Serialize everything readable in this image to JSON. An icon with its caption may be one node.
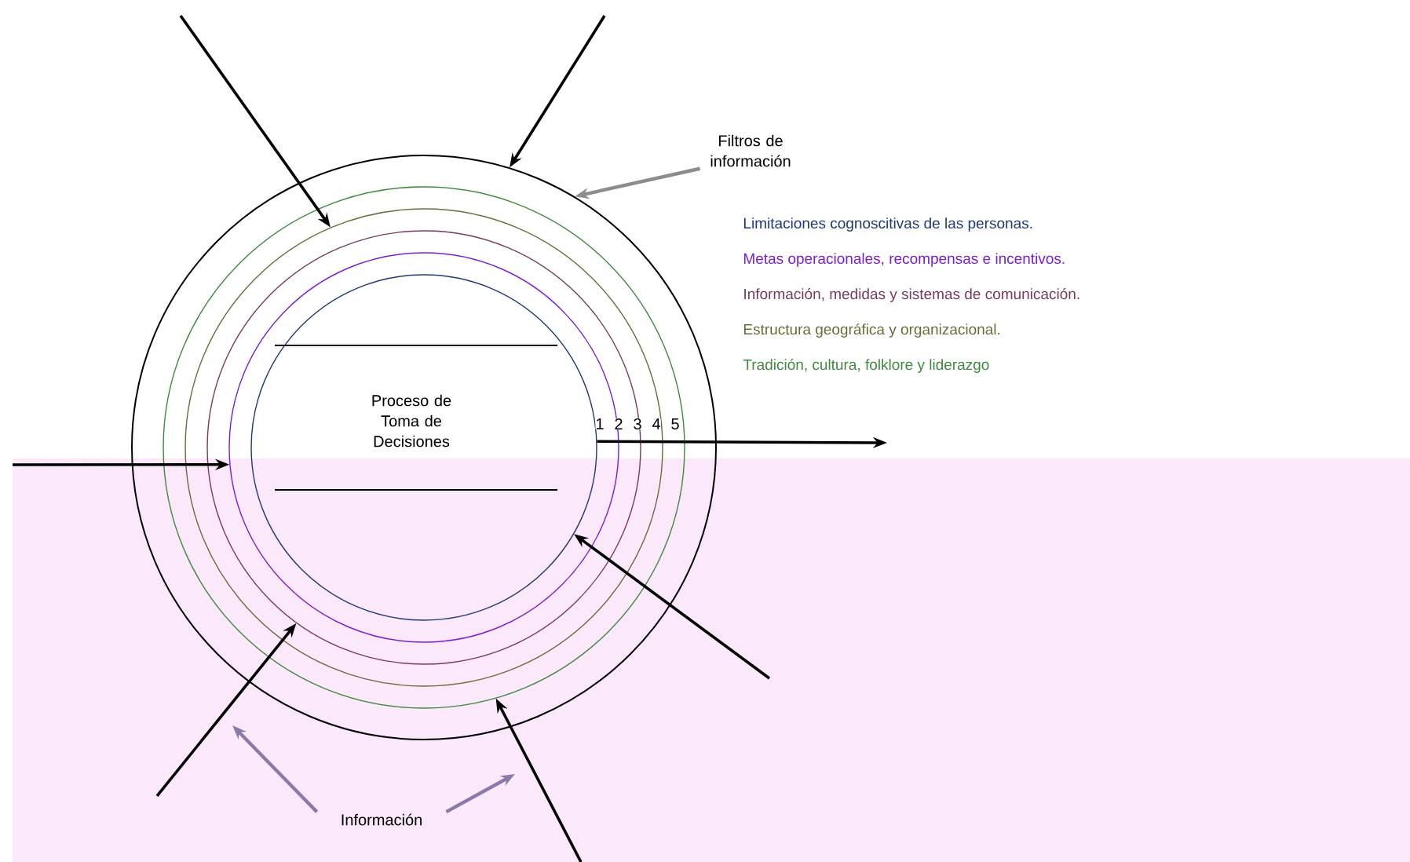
{
  "diagram": {
    "nodes": [
      {
        "text": [],
        "shape": "circle"
      },
      {
        "text": [],
        "shape": "circle",
        "in": 0
      },
      {
        "text": [],
        "shape": "circle",
        "in": 1
      },
      {
        "text": [],
        "shape": "circle",
        "in": 2
      },
      {
        "text": [],
        "shape": "circle",
        "in": 3
      },
      {
        "text": [],
        "shape": "circle",
        "in": 4
      },
      {
        "text": [
          "Proceso de Toma de Decisiones"
        ],
        "in": 5
      },
      {
        "text": [
          "Filtros de información"
        ]
      },
      {
        "text": [
          "Información"
        ]
      }
    ],
    "edges": [
      {
        "from": null,
        "to": 2,
        "arrow": "to"
      },
      {
        "from": null,
        "to": 0,
        "arrow": "to"
      },
      {
        "from": null,
        "to": 4,
        "arrow": "to"
      },
      {
        "from": null,
        "to": 5,
        "arrow": "to"
      },
      {
        "from": null,
        "to": 3,
        "arrow": "to"
      },
      {
        "from": null,
        "to": 1,
        "arrow": "to"
      },
      {
        "from": 5,
        "to": null,
        "arrow": "to"
      },
      {
        "from": 7,
        "to": 0,
        "arrow": "to",
        "color": "#8c8c8c"
      },
      {
        "from": 8,
        "to": null,
        "arrow": "to",
        "color": "#8a7aa8"
      },
      {
        "from": 8,
        "to": null,
        "arrow": "to",
        "color": "#8a7aa8"
      }
    ],
    "labels": [
      "1",
      "2",
      "3",
      "4",
      "5",
      "Limitaciones cognoscitivas de las personas.",
      "Metas operacionales, recompensas e incentivos.",
      "Información, medidas y sistemas de comunicación.",
      "Estructura geográfica y organizacional.",
      "Tradición, cultura, folklore y liderazgo"
    ]
  }
}
